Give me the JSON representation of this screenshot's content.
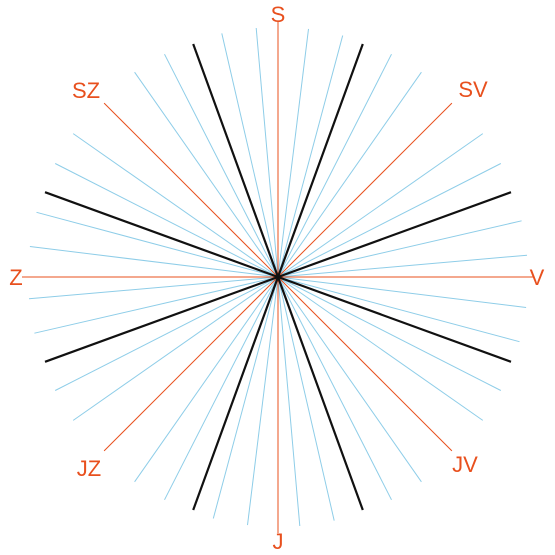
{
  "colors": {
    "background": "#ffffff",
    "primary_ray": "#111111",
    "cardinal_line": "#e8501e",
    "minor_ray": "#8ecde8",
    "label": "#e8501e"
  },
  "labels": {
    "n": "S",
    "ne": "SV",
    "e": "V",
    "se": "JV",
    "s": "J",
    "sw": "JZ",
    "w": "Z",
    "nw": "SZ"
  },
  "rose": {
    "primary_ray_angles_deg": [
      20,
      70,
      110,
      160,
      200,
      250,
      290,
      340
    ],
    "cardinal_line_angles_deg": [
      0,
      45,
      90,
      135,
      180,
      225,
      270,
      315
    ],
    "minor_ray_angles_deg": [
      7,
      15,
      27,
      35,
      55,
      63,
      77,
      85,
      97,
      105,
      117,
      125,
      145,
      153,
      167,
      175,
      187,
      195,
      207,
      215,
      235,
      243,
      257,
      265,
      277,
      285,
      297,
      305,
      325,
      333,
      347,
      355
    ]
  }
}
